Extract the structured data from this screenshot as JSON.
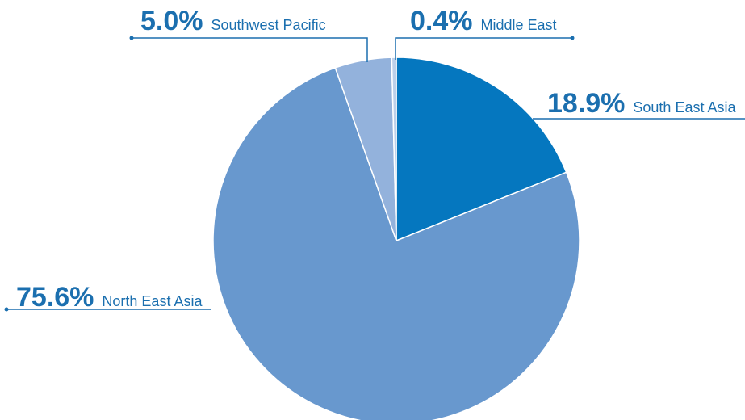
{
  "chart_data": {
    "type": "pie",
    "slices": [
      {
        "label": "South East Asia",
        "value": 18.9,
        "value_label": "18.9%",
        "color": "#0577bf"
      },
      {
        "label": "North East Asia",
        "value": 75.6,
        "value_label": "75.6%",
        "color": "#6898ce"
      },
      {
        "label": "Southwest Pacific",
        "value": 5.0,
        "value_label": "5.0%",
        "color": "#93b2dc"
      },
      {
        "label": "Middle East",
        "value": 0.4,
        "value_label": "0.4%",
        "color": "#bdd0ea"
      }
    ],
    "start_angle_deg": 0,
    "direction": "clockwise",
    "label_color": "#1b6faf",
    "leader_line_color": "#1b6faf"
  }
}
